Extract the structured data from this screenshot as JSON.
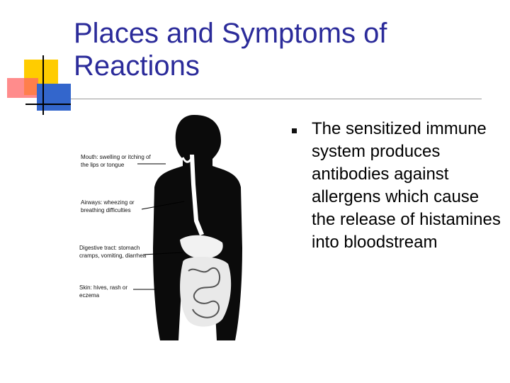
{
  "slide": {
    "title": "Places and Symptoms of Reactions",
    "accent_colors": {
      "title": "#2b2b9a",
      "yellow": "#ffcc00",
      "red": "#ff6666",
      "blue": "#3366cc"
    },
    "figure": {
      "icon": "human-body-digestive-diagram",
      "labels": {
        "mouth": "Mouth: swelling or itching of the lips or tongue",
        "airways": "Airways: wheezing or breathing difficulties",
        "digestive": "Digestive tract: stomach cramps, vomiting, diarrhea",
        "skin": "Skin: hives, rash or eczema"
      }
    },
    "bullets": [
      {
        "text": "The sensitized immune system produces antibodies against allergens which cause the release of histamines into bloodstream"
      }
    ]
  }
}
